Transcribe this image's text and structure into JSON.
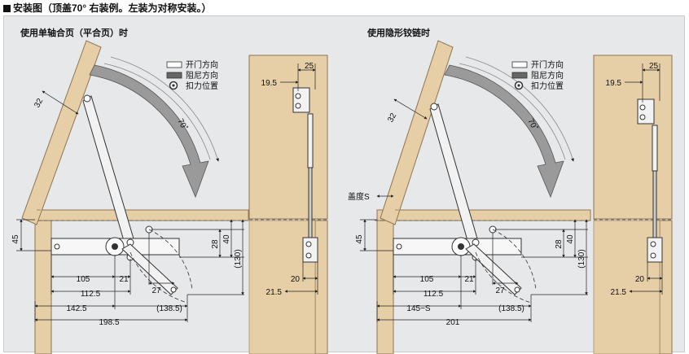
{
  "page_title": "■安装图（顶盖70° 右装例。左装为对称安装。）",
  "title_text": "安装图（顶盖70° 右装例。左装为对称安装。）",
  "panels": [
    {
      "subtitle": "使用单轴合页（平合页）时",
      "angle": "70˚",
      "dims": {
        "top_h": "45",
        "arm_32": "32",
        "h105": "105",
        "h21": "21",
        "h112": "112.5",
        "h27": "27",
        "h142": "142.5",
        "h138": "(138.5)",
        "h198": "198.5",
        "v28": "28",
        "v40": "40",
        "v130": "(130)"
      }
    },
    {
      "subtitle": "使用隐形铰链时",
      "angle": "70˚",
      "cover_label": "盖度S",
      "dims": {
        "top_h": "45",
        "arm_32": "32",
        "h105": "105",
        "h21": "21",
        "h112": "112.5",
        "h27": "27",
        "h145": "145−S",
        "h138": "(138.5)",
        "h201": "201",
        "v28": "28",
        "v40": "40",
        "v130": "(130)"
      }
    }
  ],
  "legend": {
    "open_direction": "开门方向",
    "damping_direction": "阻尼方向",
    "force_position": "扣力位置"
  },
  "side_views": [
    {
      "d25": "25",
      "d19_5": "19.5",
      "d20": "20",
      "d21_5": "21.5"
    },
    {
      "d25": "25",
      "d19_5": "19.5",
      "d20": "20",
      "d21_5": "21.5"
    }
  ],
  "colors": {
    "background": "#e7e8ea",
    "wood": "#e6cfa6",
    "wood_edge": "#8f7452",
    "arm": "#f2f2f2",
    "dimension": "#222222",
    "arc_fill": "#9a9a9a"
  }
}
